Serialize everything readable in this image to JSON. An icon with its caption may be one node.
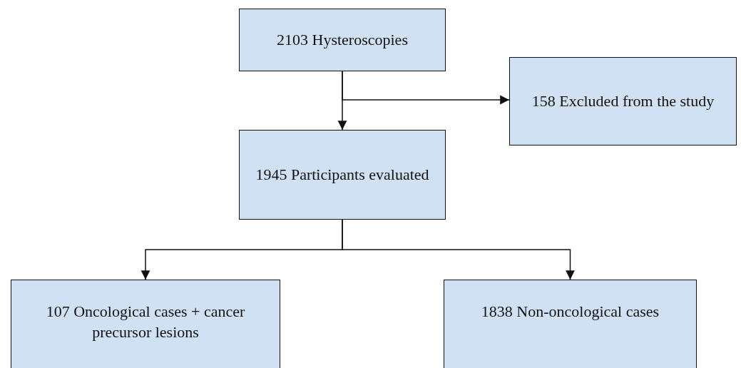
{
  "diagram": {
    "nodes": [
      {
        "text": [
          "2103 Hysteroscopies"
        ]
      },
      {
        "text": [
          "158 Excluded from the study"
        ]
      },
      {
        "text": [
          "1945 Participants evaluated"
        ]
      },
      {
        "text": [
          "107 Oncological cases + cancer precursor lesions"
        ]
      },
      {
        "text": [
          "1838 Non-oncological cases"
        ]
      }
    ],
    "edges": [
      {
        "from": 0,
        "to": 2,
        "arrow": "to"
      },
      {
        "from": 0,
        "to": 1,
        "arrow": "to"
      },
      {
        "from": 2,
        "to": 3,
        "arrow": "to"
      },
      {
        "from": 2,
        "to": 4,
        "arrow": "to"
      }
    ]
  }
}
